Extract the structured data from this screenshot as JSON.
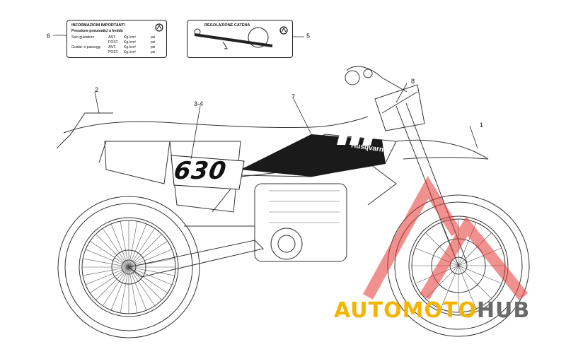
{
  "callouts": {
    "c1": "1",
    "c2": "2",
    "c34": "3-4",
    "c5": "5",
    "c6": "6",
    "c7": "7",
    "c8": "8"
  },
  "tyre_sticker": {
    "title": "INFORMAZIONI IMPORTANTI",
    "subtitle": "Pressione pneumatici a freddo",
    "rows": [
      {
        "label": "Solo guidatore",
        "pos": "ANT.",
        "unit": "Kg./cm²",
        "psi": "psi"
      },
      {
        "label": "",
        "pos": "POST.",
        "unit": "Kg./cm²",
        "psi": "psi"
      },
      {
        "label": "Guidat. e passegg.",
        "pos": "ANT.",
        "unit": "Kg./cm²",
        "psi": "psi"
      },
      {
        "label": "",
        "pos": "POST.",
        "unit": "Kg./cm²",
        "psi": "psi"
      }
    ]
  },
  "chain_sticker": {
    "title": "REGOLAZIONE CATENA"
  },
  "decals": {
    "number": "630",
    "brand": "Husqvarna"
  },
  "watermark": {
    "part1": "AUTOMOTO",
    "part2": "HUB",
    "color_orange": "#f5b400",
    "color_grey": "#6a6a6a",
    "triangle_color": "#e53935"
  }
}
